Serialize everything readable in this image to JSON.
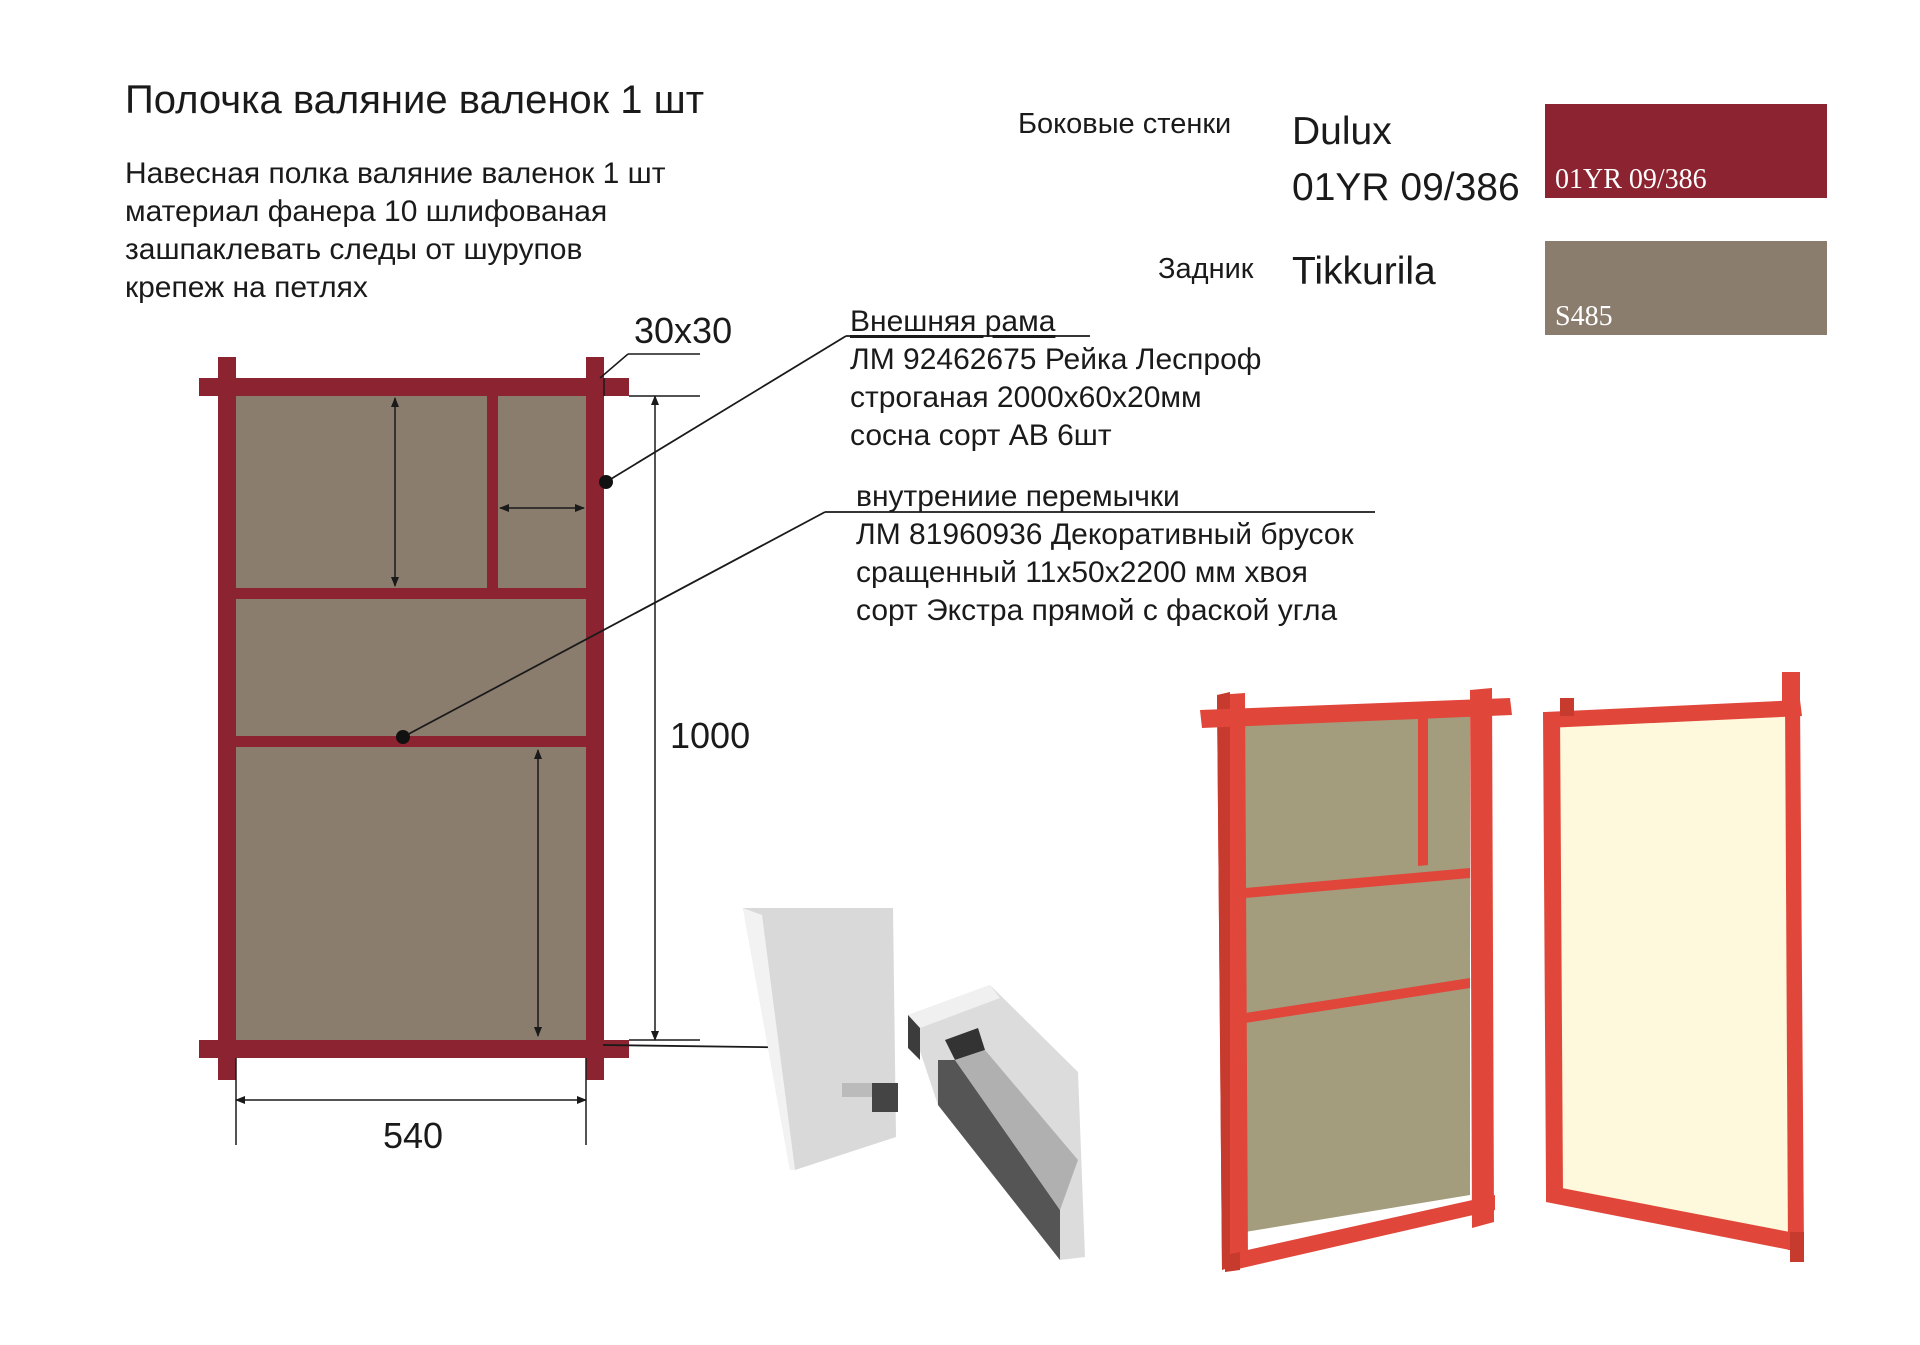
{
  "title": "Полочка валяние валенок 1 шт",
  "description": [
    "Навесная полка валяние валенок 1 шт",
    "материал фанера 10 шлифованая",
    "зашпаклевать следы от шурупов",
    "крепеж на петлях"
  ],
  "materials": {
    "side": {
      "label": "Боковые стенки",
      "brand_line1": "Dulux",
      "brand_line2": "01YR 09/386",
      "swatch_code": "01YR 09/386",
      "swatch_color": "#8b2430"
    },
    "back": {
      "label": "Задник",
      "brand": "Tikkurila",
      "swatch_code": "S485",
      "swatch_color": "#8b7d6e"
    }
  },
  "callouts": {
    "outer_frame": {
      "heading": "Внешняя рама",
      "lines": [
        "ЛМ 92462675 Рейка Леспроф",
        "строганая 2000х60х20мм",
        "сосна сорт АВ 6шт"
      ]
    },
    "inner_bars": {
      "heading": "внутрениие перемычки",
      "lines": [
        "ЛМ 81960936 Декоративный брусок",
        "сращенный 11х50х2200 мм хвоя",
        "сорт Экстра прямой с фаской угла"
      ]
    }
  },
  "dimensions": {
    "corner": "30х30",
    "top_left_height": "300",
    "top_right_width": "135",
    "total_height": "1000",
    "bottom_height": "465",
    "width": "540"
  },
  "colors": {
    "frame": "#8b2430",
    "panel": "#8b7d6e",
    "render_frame": "#e0473a",
    "render_panel": "#a39d7e",
    "render_back": "#fef8dc",
    "joint_light": "#e4e4e4",
    "joint_dark": "#555555"
  }
}
